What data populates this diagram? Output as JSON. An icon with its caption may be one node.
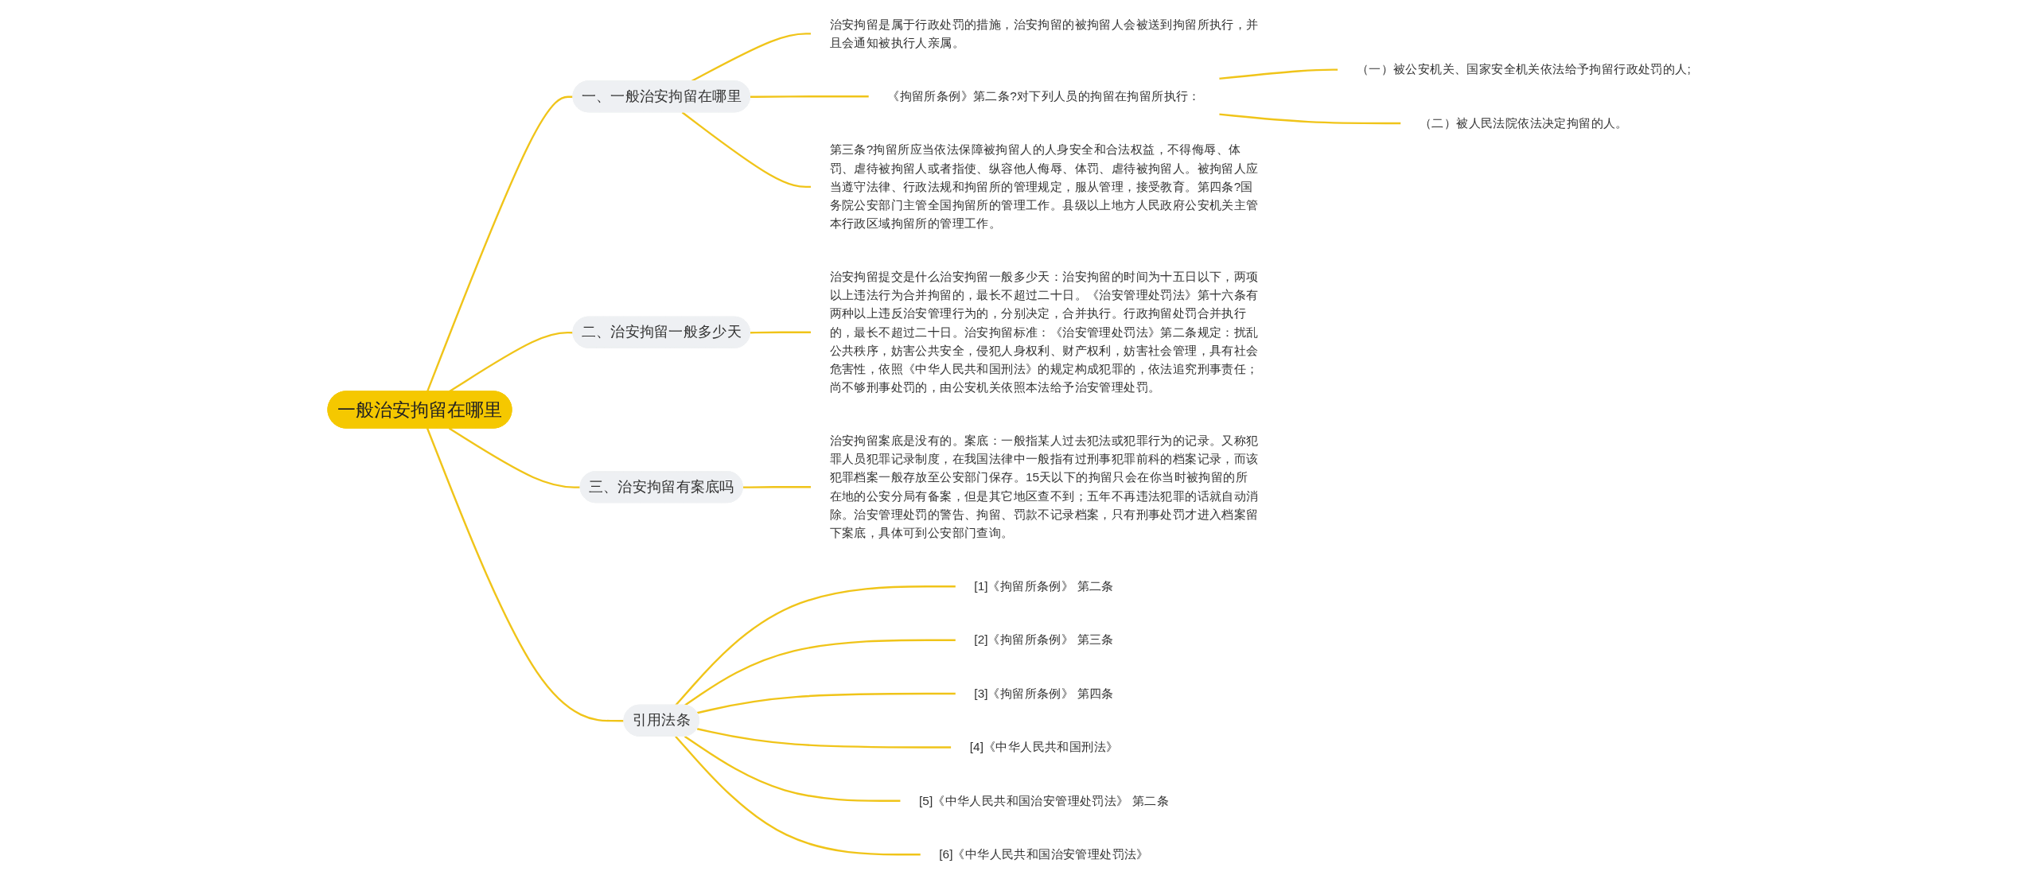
{
  "diagram": {
    "nodes": [
      {
        "text": [
          "一般治安拘留在哪里"
        ]
      },
      {
        "text": [
          "一、一般治安拘留在哪里"
        ]
      },
      {
        "text": [
          "治安拘留是属于行政处罚的措施，治安拘留的被拘留人会被送到拘留所执行，并且会通知被执行人亲属。"
        ]
      },
      {
        "text": [
          "《拘留所条例》第二条?对下列人员的拘留在拘留所执行："
        ]
      },
      {
        "text": [
          "（一）被公安机关、国家安全机关依法给予拘留行政处罚的人;"
        ]
      },
      {
        "text": [
          "（二）被人民法院依法决定拘留的人。"
        ]
      },
      {
        "text": [
          "第三条?拘留所应当依法保障被拘留人的人身安全和合法权益，不得侮辱、体罚、虐待被拘留人或者指使、纵容他人侮辱、体罚、虐待被拘留人。被拘留人应当遵守法律、行政法规和拘留所的管理规定，服从管理，接受教育。第四条?国务院公安部门主管全国拘留所的管理工作。县级以上地方人民政府公安机关主管本行政区域拘留所的管理工作。"
        ]
      },
      {
        "text": [
          "二、治安拘留一般多少天"
        ]
      },
      {
        "text": [
          "治安拘留提交是什么治安拘留一般多少天：治安拘留的时间为十五日以下，两项以上违法行为合并拘留的，最长不超过二十日。《治安管理处罚法》第十六条有两种以上违反治安管理行为的，分别决定，合并执行。行政拘留处罚合并执行的，最长不超过二十日。治安拘留标准：《治安管理处罚法》第二条规定：扰乱公共秩序，妨害公共安全，侵犯人身权利、财产权利，妨害社会管理，具有社会危害性，依照《中华人民共和国刑法》的规定构成犯罪的，依法追究刑事责任；尚不够刑事处罚的，由公安机关依照本法给予治安管理处罚。"
        ]
      },
      {
        "text": [
          "三、治安拘留有案底吗"
        ]
      },
      {
        "text": [
          "治安拘留案底是没有的。案底：一般指某人过去犯法或犯罪行为的记录。又称犯罪人员犯罪记录制度，在我国法律中一般指有过刑事犯罪前科的档案记录，而该犯罪档案一般存放至公安部门保存。15天以下的拘留只会在你当时被拘留的所在地的公安分局有备案，但是其它地区查不到；五年不再违法犯罪的话就自动消除。治安管理处罚的警告、拘留、罚款不记录档案，只有刑事处罚才进入档案留下案底，具体可到公安部门查询。"
        ]
      },
      {
        "text": [
          "引用法条"
        ]
      },
      {
        "text": [
          "[1]《拘留所条例》 第二条"
        ]
      },
      {
        "text": [
          "[2]《拘留所条例》 第三条"
        ]
      },
      {
        "text": [
          "[3]《拘留所条例》 第四条"
        ]
      },
      {
        "text": [
          "[4]《中华人民共和国刑法》"
        ]
      },
      {
        "text": [
          "[5]《中华人民共和国治安管理处罚法》 第二条"
        ]
      },
      {
        "text": [
          "[6]《中华人民共和国治安管理处罚法》"
        ]
      }
    ],
    "edges": [
      {
        "from": 0,
        "to": 1,
        "arrow": "none"
      },
      {
        "from": 1,
        "to": 2,
        "arrow": "none"
      },
      {
        "from": 1,
        "to": 3,
        "arrow": "none"
      },
      {
        "from": 3,
        "to": 4,
        "arrow": "none"
      },
      {
        "from": 3,
        "to": 5,
        "arrow": "none"
      },
      {
        "from": 1,
        "to": 6,
        "arrow": "none"
      },
      {
        "from": 0,
        "to": 7,
        "arrow": "none"
      },
      {
        "from": 7,
        "to": 8,
        "arrow": "none"
      },
      {
        "from": 0,
        "to": 9,
        "arrow": "none"
      },
      {
        "from": 9,
        "to": 10,
        "arrow": "none"
      },
      {
        "from": 0,
        "to": 11,
        "arrow": "none"
      },
      {
        "from": 11,
        "to": 12,
        "arrow": "none"
      },
      {
        "from": 11,
        "to": 13,
        "arrow": "none"
      },
      {
        "from": 11,
        "to": 14,
        "arrow": "none"
      },
      {
        "from": 11,
        "to": 15,
        "arrow": "none"
      },
      {
        "from": 11,
        "to": 16,
        "arrow": "none"
      },
      {
        "from": 11,
        "to": 17,
        "arrow": "none"
      }
    ]
  }
}
